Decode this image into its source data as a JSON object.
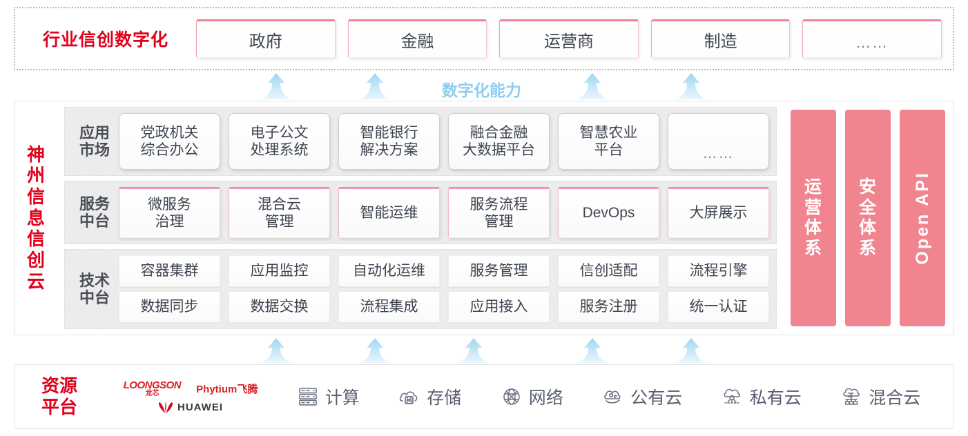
{
  "industry": {
    "title": "行业信创数字化",
    "cards": [
      {
        "label": "政府",
        "dots": false
      },
      {
        "label": "金融",
        "dots": false
      },
      {
        "label": "运营商",
        "dots": false
      },
      {
        "label": "制造",
        "dots": false
      },
      {
        "label": "……",
        "dots": true
      }
    ]
  },
  "connector_top": {
    "label": "数字化能力",
    "label_color": "#8ecdf0",
    "arrow_count": 4,
    "arrow_color": "#bfe3f7"
  },
  "platform": {
    "title_chars": [
      "神",
      "州",
      "信",
      "息",
      "信",
      "创",
      "云"
    ],
    "title_color": "#e3001b",
    "rows": [
      {
        "name": "application-market",
        "label": "应用\n市场",
        "label_line1": "应用",
        "label_line2": "市场",
        "style": "app",
        "cells": [
          {
            "line1": "党政机关",
            "line2": "综合办公",
            "dots": false
          },
          {
            "line1": "电子公文",
            "line2": "处理系统",
            "dots": false
          },
          {
            "line1": "智能银行",
            "line2": "解决方案",
            "dots": false
          },
          {
            "line1": "融合金融",
            "line2": "大数据平台",
            "dots": false
          },
          {
            "line1": "智慧农业",
            "line2": "平台",
            "dots": false
          },
          {
            "line1": "……",
            "line2": "",
            "dots": true
          }
        ]
      },
      {
        "name": "service-platform",
        "label_line1": "服务",
        "label_line2": "中台",
        "style": "svc",
        "cells": [
          {
            "line1": "微服务",
            "line2": "治理",
            "dots": false
          },
          {
            "line1": "混合云",
            "line2": "管理",
            "dots": false
          },
          {
            "line1": "智能运维",
            "line2": "",
            "dots": false
          },
          {
            "line1": "服务流程",
            "line2": "管理",
            "dots": false
          },
          {
            "line1": "DevOps",
            "line2": "",
            "dots": false
          },
          {
            "line1": "大屏展示",
            "line2": "",
            "dots": false
          }
        ]
      },
      {
        "name": "technology-platform",
        "label_line1": "技术",
        "label_line2": "中台",
        "style": "tech",
        "subrows": [
          [
            "容器集群",
            "应用监控",
            "自动化运维",
            "服务管理",
            "信创适配",
            "流程引擎"
          ],
          [
            "数据同步",
            "数据交换",
            "流程集成",
            "应用接入",
            "服务注册",
            "统一认证"
          ]
        ]
      }
    ],
    "side_bars": [
      {
        "text": "运营体系",
        "kind": "cn",
        "chars": [
          "运",
          "营",
          "体",
          "系"
        ]
      },
      {
        "text": "安全体系",
        "kind": "cn",
        "chars": [
          "安",
          "全",
          "体",
          "系"
        ]
      },
      {
        "text": "Open API",
        "kind": "en"
      }
    ],
    "side_bar_color": "#f0848f"
  },
  "connector_bottom": {
    "arrow_count": 5,
    "arrow_color": "#bfe3f7"
  },
  "resource": {
    "title_line1": "资源",
    "title_line2": "平台",
    "title_color": "#e3001b",
    "logos": [
      {
        "name": "loongson-logo",
        "line1": "LOONGSON",
        "line2": "龙芯"
      },
      {
        "name": "phytium-logo",
        "text": "Phytium飞腾"
      },
      {
        "name": "huawei-logo",
        "text": "HUAWEI"
      }
    ],
    "items": [
      {
        "label": "计算",
        "icon": "server-icon"
      },
      {
        "label": "存储",
        "icon": "cloud-storage-icon"
      },
      {
        "label": "网络",
        "icon": "network-icon"
      },
      {
        "label": "公有云",
        "icon": "public-cloud-icon"
      },
      {
        "label": "私有云",
        "icon": "private-cloud-icon"
      },
      {
        "label": "混合云",
        "icon": "hybrid-cloud-icon"
      }
    ]
  }
}
